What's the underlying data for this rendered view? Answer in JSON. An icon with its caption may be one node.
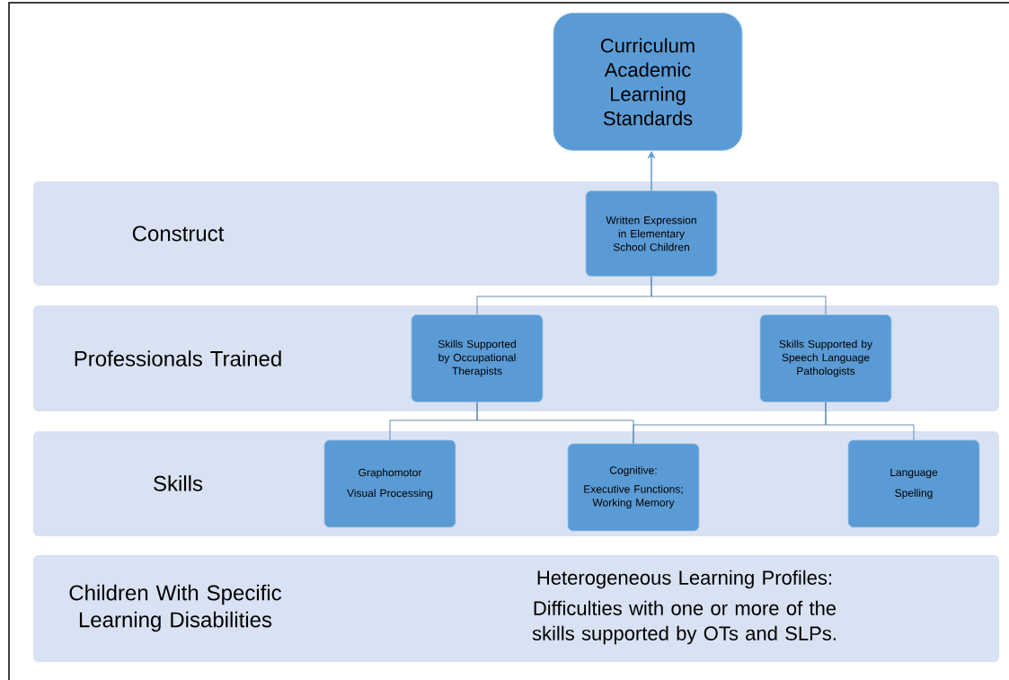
{
  "diagram": {
    "nodes": [
      {
        "text": [
          "Curriculum Academic Learning Standards"
        ]
      },
      {
        "text": [
          "Construct"
        ]
      },
      {
        "text": [
          "Written Expression in Elementary School Children"
        ],
        "in": 1
      },
      {
        "text": [
          "Professionals Trained"
        ]
      },
      {
        "text": [
          "Skills Supported by Occupational Therapists"
        ],
        "in": 3
      },
      {
        "text": [
          "Skills Supported by Speech Language Pathologists"
        ],
        "in": 3
      },
      {
        "text": [
          "Skills"
        ]
      },
      {
        "text": [
          "Graphomotor",
          "Visual Processing"
        ],
        "in": 6
      },
      {
        "text": [
          "Cognitive:",
          "Executive Functions; Working Memory"
        ],
        "in": 6
      },
      {
        "text": [
          "Language",
          "Spelling"
        ],
        "in": 6
      },
      {
        "text": [
          "Children With Specific Learning Disabilities",
          "Heterogeneous Learning Profiles:",
          "Difficulties with one or more of the skills supported by OTs and SLPs."
        ]
      }
    ],
    "edges": [
      {
        "from": 2,
        "to": 0,
        "arrow": "to"
      },
      {
        "from": 2,
        "to": 4,
        "arrow": "none"
      },
      {
        "from": 2,
        "to": 5,
        "arrow": "none"
      },
      {
        "from": 4,
        "to": 7,
        "arrow": "none"
      },
      {
        "from": 4,
        "to": 8,
        "arrow": "none"
      },
      {
        "from": 5,
        "to": 8,
        "arrow": "none"
      },
      {
        "from": 5,
        "to": 9,
        "arrow": "none"
      }
    ]
  }
}
